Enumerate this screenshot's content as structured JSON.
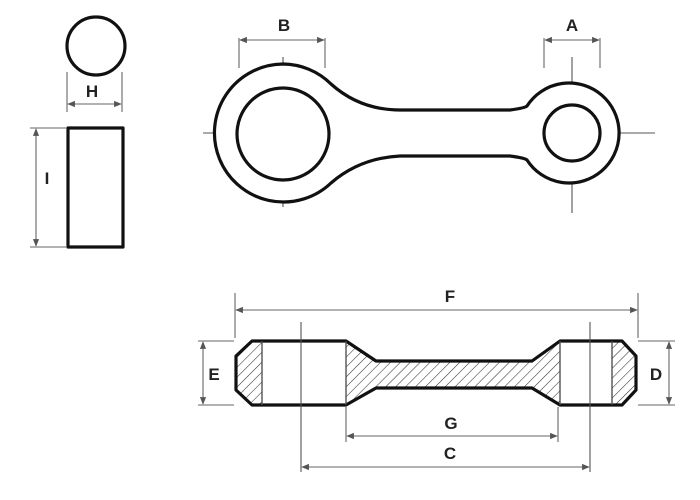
{
  "dimension_labels": {
    "a": "A",
    "b": "B",
    "c": "C",
    "d": "D",
    "e": "E",
    "f": "F",
    "g": "G",
    "h": "H",
    "i": "I"
  }
}
